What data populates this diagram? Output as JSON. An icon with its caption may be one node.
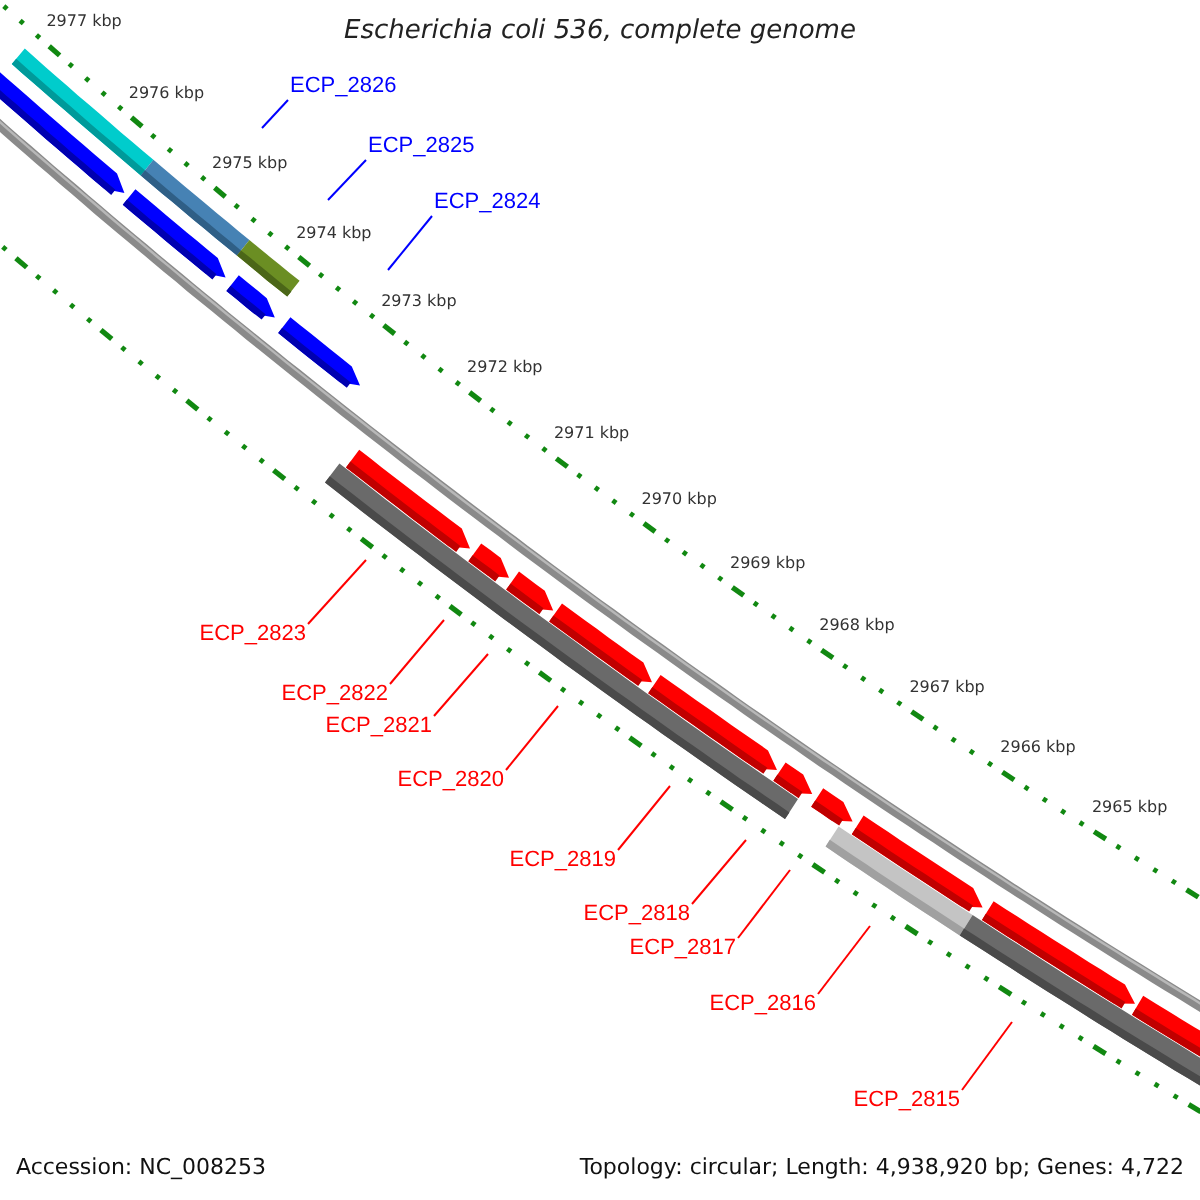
{
  "diagram": {
    "title": "Escherichia coli 536, complete genome",
    "nodes": [
      {
        "text": [
          "ECP_2826"
        ]
      },
      {
        "text": [
          "ECP_2825"
        ]
      },
      {
        "text": [
          "ECP_2824"
        ]
      },
      {
        "text": [
          "ECP_2823"
        ]
      },
      {
        "text": [
          "ECP_2822"
        ]
      },
      {
        "text": [
          "ECP_2821"
        ]
      },
      {
        "text": [
          "ECP_2820"
        ]
      },
      {
        "text": [
          "ECP_2819"
        ]
      },
      {
        "text": [
          "ECP_2818"
        ]
      },
      {
        "text": [
          "ECP_2817"
        ]
      },
      {
        "text": [
          "ECP_2816"
        ]
      },
      {
        "text": [
          "ECP_2815"
        ]
      }
    ],
    "edges": [
      {
        "from": 0,
        "to": null,
        "arrow": "none",
        "color": "#0000ff"
      },
      {
        "from": 1,
        "to": null,
        "arrow": "none",
        "color": "#0000ff"
      },
      {
        "from": 2,
        "to": null,
        "arrow": "none",
        "color": "#0000ff"
      },
      {
        "from": 3,
        "to": null,
        "arrow": "none"
      },
      {
        "from": 4,
        "to": null,
        "arrow": "none"
      },
      {
        "from": 5,
        "to": null,
        "arrow": "none"
      },
      {
        "from": 6,
        "to": null,
        "arrow": "none"
      },
      {
        "from": 7,
        "to": null,
        "arrow": "none"
      },
      {
        "from": 8,
        "to": null,
        "arrow": "none"
      },
      {
        "from": 9,
        "to": null,
        "arrow": "none"
      },
      {
        "from": 10,
        "to": null,
        "arrow": "none"
      },
      {
        "from": 11,
        "to": null,
        "arrow": "none"
      }
    ],
    "labels": [
      "2977 kbp",
      "2976 kbp",
      "2975 kbp",
      "2974 kbp",
      "2973 kbp",
      "2972 kbp",
      "2971 kbp",
      "2970 kbp",
      "2969 kbp",
      "2968 kbp",
      "2967 kbp",
      "2966 kbp",
      "2965 kbp",
      "Accession: NC_008253",
      "Topology: circular; Length: 4,938,920 bp; Genes: 4,722"
    ]
  }
}
